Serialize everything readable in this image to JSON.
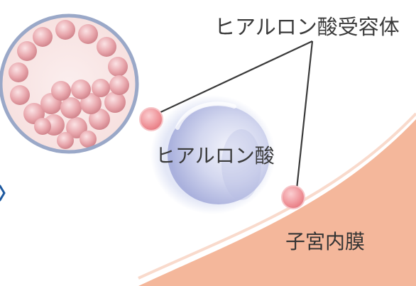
{
  "labels": {
    "receptor": "ヒアルロン酸受容体",
    "hyaluronic_acid": "ヒアルロン酸",
    "endometrium": "子宮内膜"
  },
  "colors": {
    "endometrium_fill": "#f4b79b",
    "receptor_fill": "#ee8f95",
    "sphere_fill": "#c9cde9",
    "embryo_ring": "#9aa8c8",
    "cell_fill": "#e6a2a8",
    "accent_mark": "#1f5aa0"
  }
}
